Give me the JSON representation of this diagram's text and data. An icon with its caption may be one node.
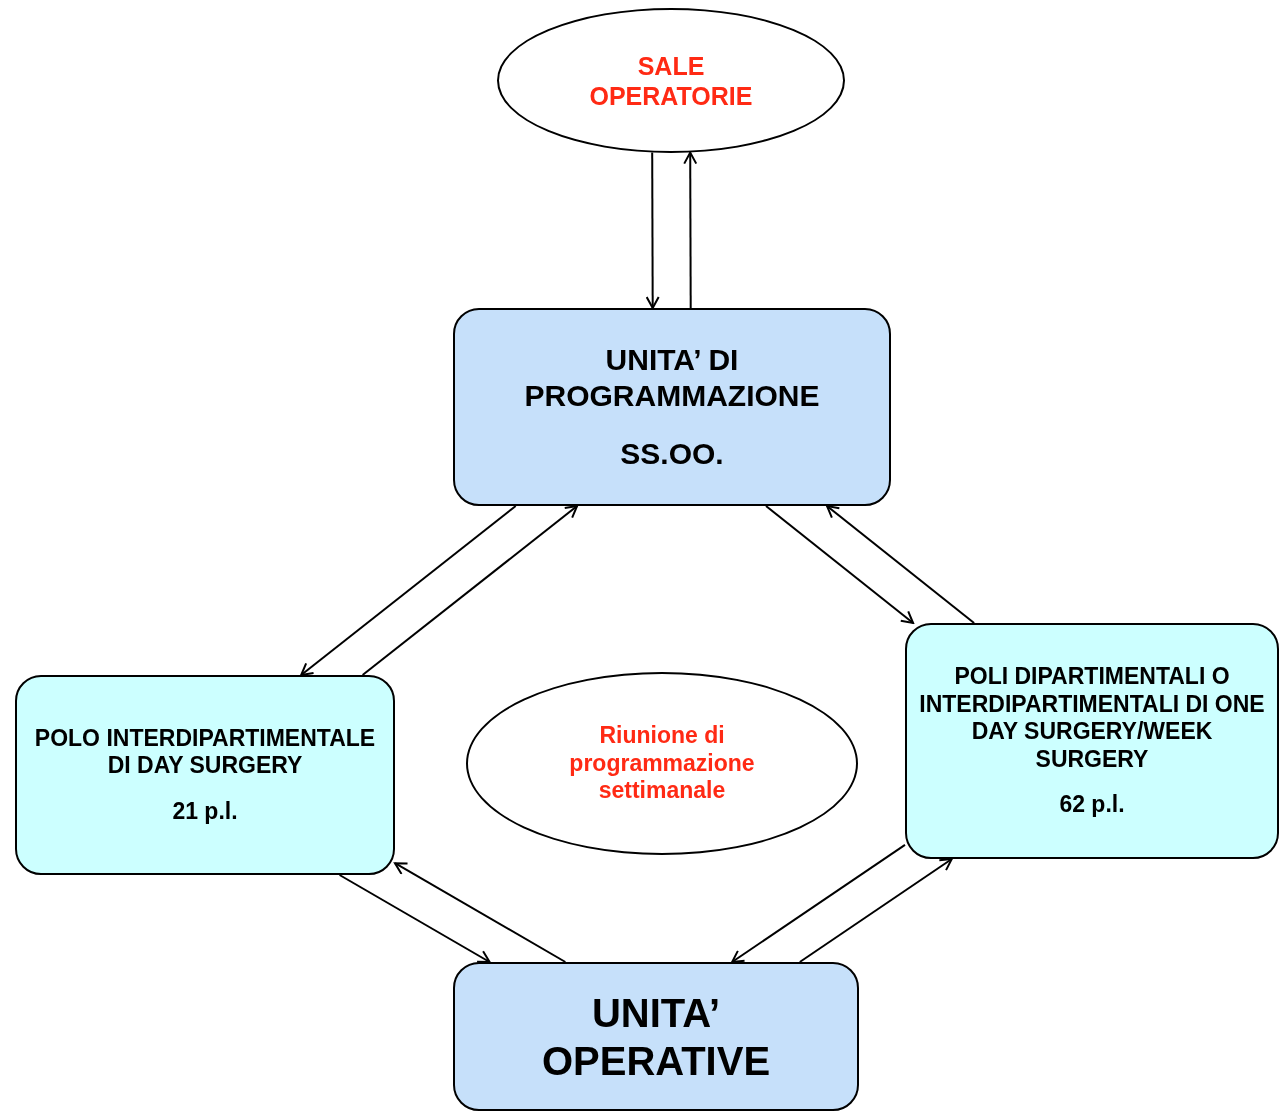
{
  "diagram": {
    "nodes": [
      {
        "text": [
          "SALE OPERATORIE"
        ]
      },
      {
        "text": [
          "UNITA’ DI PROGRAMMAZIONE",
          "SS.OO."
        ]
      },
      {
        "text": [
          "POLO INTERDIPARTIMENTALE DI DAY SURGERY",
          "21 p.l."
        ]
      },
      {
        "text": [
          "Riunione di programmazione settimanale"
        ]
      },
      {
        "text": [
          "POLI DIPARTIMENTALI O INTERDIPARTIMENTALI DI ONE DAY SURGERY/WEEK SURGERY",
          "62 p.l."
        ]
      },
      {
        "text": [
          "UNITA’ OPERATIVE"
        ]
      }
    ],
    "edges": [
      {
        "from": 0,
        "to": 1,
        "arrow": "to"
      },
      {
        "from": 1,
        "to": 0,
        "arrow": "to"
      },
      {
        "from": 1,
        "to": 2,
        "arrow": "to"
      },
      {
        "from": 2,
        "to": 1,
        "arrow": "to"
      },
      {
        "from": 4,
        "to": 1,
        "arrow": "to"
      },
      {
        "from": 1,
        "to": 4,
        "arrow": "to"
      },
      {
        "from": 5,
        "to": 2,
        "arrow": "to"
      },
      {
        "from": 2,
        "to": 5,
        "arrow": "to"
      },
      {
        "from": 4,
        "to": 5,
        "arrow": "to"
      },
      {
        "from": 5,
        "to": 4,
        "arrow": "to"
      }
    ]
  }
}
